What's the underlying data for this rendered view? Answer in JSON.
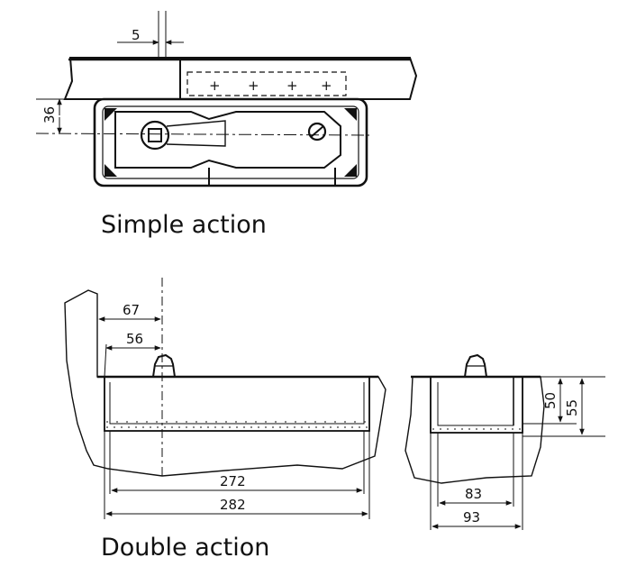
{
  "captions": {
    "simple": "Simple action",
    "double": "Double action"
  },
  "dimensions": {
    "simple_offset": "5",
    "simple_height": "36",
    "double_left_outer": "67",
    "double_left_inner": "56",
    "double_length_inner": "272",
    "double_length_outer": "282",
    "double_side_depth_inner": "50",
    "double_side_depth_outer": "55",
    "double_side_width_inner": "83",
    "double_side_width_outer": "93"
  },
  "colors": {
    "ink": "#111111",
    "paper": "#ffffff"
  }
}
